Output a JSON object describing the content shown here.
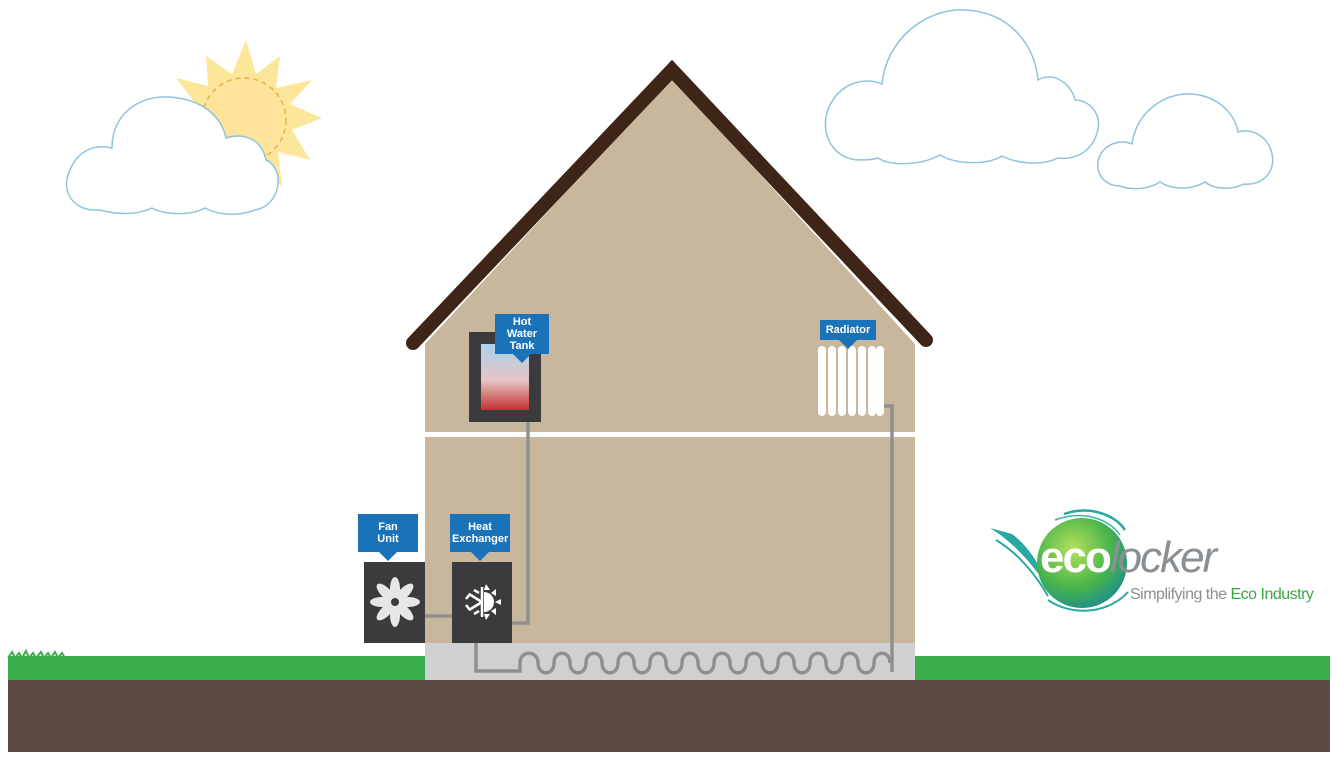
{
  "labels": {
    "hot_water_tank": "Hot Water Tank",
    "radiator": "Radiator",
    "fan_unit": "Fan Unit",
    "heat_exchanger": "Heat Exchanger"
  },
  "brand": {
    "name_part1": "eco",
    "name_part2": "locker",
    "tagline_part1": "Simplifying the ",
    "tagline_part2": "Eco Industry"
  },
  "colors": {
    "callout": "#1a72b8",
    "wall": "#c9b79d",
    "roof": "#3e2517",
    "grass": "#3aae4a",
    "soil": "#5a4a42",
    "pipe": "#8f8f8f",
    "brand_green": "#3aa845",
    "brand_teal": "#2aa7a0"
  },
  "icons": {
    "fan": "fan-icon",
    "heat_exchanger": "snowflake-sun-icon",
    "sun": "sun-icon"
  }
}
